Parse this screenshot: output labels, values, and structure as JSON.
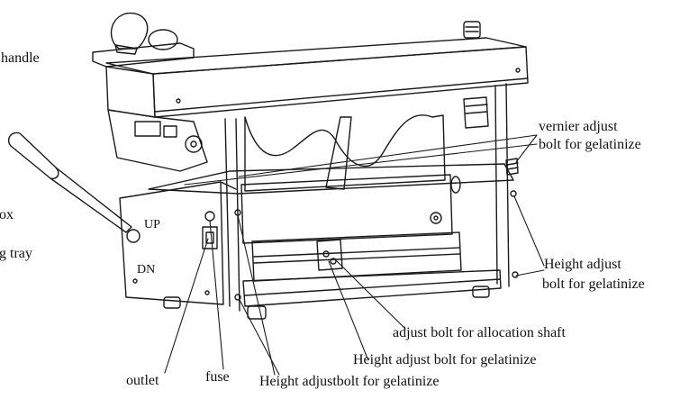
{
  "colors": {
    "line": "#1a1a1a",
    "paper": "#ffffff"
  },
  "labels": {
    "handle": "handle",
    "ox": "ox",
    "g_tray": "g tray",
    "up": "UP",
    "dn": "DN",
    "vernier_line1": "vernier adjust",
    "vernier_line2": "bolt for gelatinize",
    "height_right_line1": "Height adjust",
    "height_right_line2": "bolt for gelatinize",
    "allocation": "adjust bolt for allocation shaft",
    "height_mid": "Height adjust bolt for gelatinize",
    "height_bottom": "Height adjustbolt for gelatinize",
    "outlet": "outlet",
    "fuse": "fuse"
  }
}
